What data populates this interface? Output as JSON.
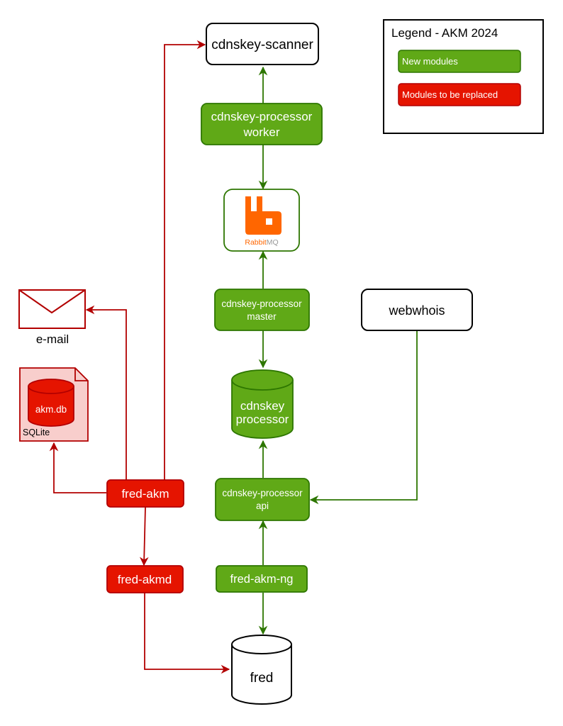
{
  "colors": {
    "green_fill": "#60a917",
    "green_stroke": "#2d7600",
    "red_fill": "#e51400",
    "red_stroke": "#b20000",
    "red_light_fill": "#f8cecc",
    "rabbit_orange": "#ff6600",
    "black": "#000000",
    "white": "#ffffff"
  },
  "legend": {
    "title": "Legend - AKM 2024",
    "new_modules": "New modules",
    "replaced_modules": "Modules to be replaced"
  },
  "nodes": {
    "cdnskey_scanner": "cdnskey-scanner",
    "processor_worker_line1": "cdnskey-processor",
    "processor_worker_line2": "worker",
    "rabbitmq_rabbit": "Rabbit",
    "rabbitmq_mq": "MQ",
    "processor_master_line1": "cdnskey-processor",
    "processor_master_line2": "master",
    "webwhois": "webwhois",
    "processor_db_line1": "cdnskey",
    "processor_db_line2": "processor",
    "processor_api_line1": "cdnskey-processor",
    "processor_api_line2": "api",
    "fred_akm_ng": "fred-akm-ng",
    "fred_db": "fred",
    "fred_akm": "fred-akm",
    "fred_akmd": "fred-akmd",
    "email": "e-mail",
    "akm_db": "akm.db",
    "sqlite": "SQLite"
  }
}
